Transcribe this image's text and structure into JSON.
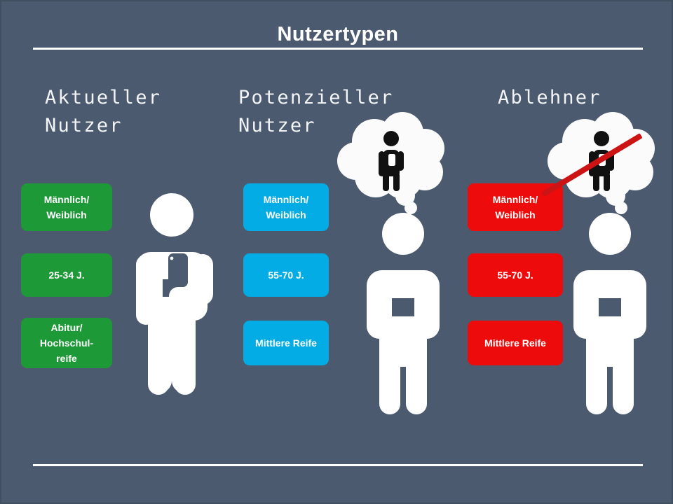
{
  "slide": {
    "title": "Nutzertypen",
    "background_color": "#4b5a6e",
    "rule_color": "#ffffff"
  },
  "columns": [
    {
      "id": "aktueller-nutzer",
      "heading": "Aktueller\nNutzer",
      "accent_color": "#1e9937",
      "figure": "person-with-smartphone",
      "has_thought_bubble": false,
      "has_strike": false,
      "attributes": [
        {
          "label": "Männlich/\nWeiblich"
        },
        {
          "label": "25-34 J."
        },
        {
          "label": "Abitur/\nHochschul-\nreife"
        }
      ]
    },
    {
      "id": "potenzieller-nutzer",
      "heading": "Potenzieller\nNutzer",
      "accent_color": "#03ace5",
      "figure": "person-standing",
      "has_thought_bubble": true,
      "bubble_figure": "person-with-smartphone-small",
      "has_strike": false,
      "attributes": [
        {
          "label": "Männlich/\nWeiblich"
        },
        {
          "label": "55-70 J."
        },
        {
          "label": "Mittlere Reife"
        }
      ]
    },
    {
      "id": "ablehner",
      "heading": "Ablehner",
      "accent_color": "#ee0b0b",
      "figure": "person-standing",
      "has_thought_bubble": true,
      "bubble_figure": "person-with-smartphone-small",
      "has_strike": true,
      "strike_color": "#cc1414",
      "attributes": [
        {
          "label": "Männlich/\nWeiblich"
        },
        {
          "label": "55-70 J."
        },
        {
          "label": "Mittlere Reife"
        }
      ]
    }
  ]
}
